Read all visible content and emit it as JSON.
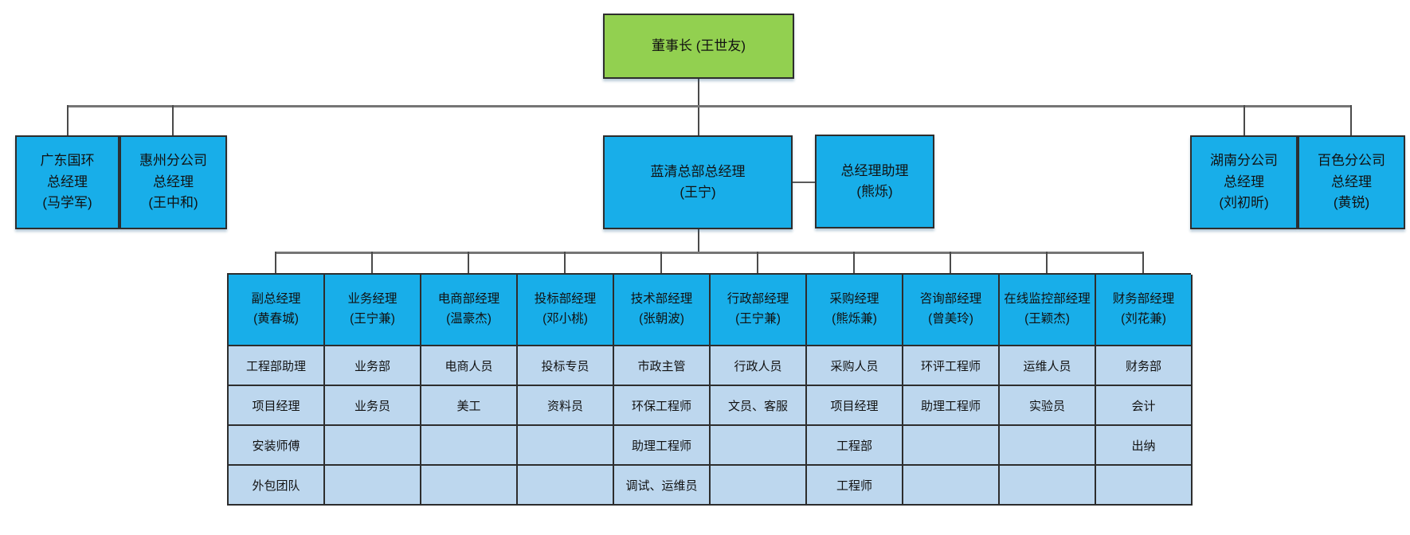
{
  "palette": {
    "root_fill": "#92d050",
    "node_fill": "#18aee9",
    "staff_cell_fill": "#bdd7ee",
    "box_border": "#2d2d2d",
    "connector_line": "#757575",
    "text": "#111111"
  },
  "org": {
    "root": {
      "text": "董事长 (王世友)"
    },
    "level2": [
      {
        "text": "广东国环\n总经理\n(马学军)"
      },
      {
        "text": "惠州分公司\n总经理\n(王中和)"
      },
      {
        "text": "蓝清总部总经理\n(王宁)"
      },
      {
        "text": "总经理助理\n(熊烁)"
      },
      {
        "text": "湖南分公司\n总经理\n(刘初昕)"
      },
      {
        "text": "百色分公司\n总经理\n(黄锐)"
      }
    ],
    "departments": [
      {
        "title": "副总经理",
        "name": "(黄春城)"
      },
      {
        "title": "业务经理",
        "name": "(王宁兼)"
      },
      {
        "title": "电商部经理",
        "name": "(温豪杰)"
      },
      {
        "title": "投标部经理",
        "name": "(邓小桃)"
      },
      {
        "title": "技术部经理",
        "name": "(张朝波)"
      },
      {
        "title": "行政部经理",
        "name": "(王宁兼)"
      },
      {
        "title": "采购经理",
        "name": "(熊烁兼)"
      },
      {
        "title": "咨询部经理",
        "name": "(曾美玲)"
      },
      {
        "title": "在线监控部经理",
        "name": "(王颖杰)"
      },
      {
        "title": "财务部经理",
        "name": "(刘花兼)"
      }
    ],
    "staff_rows": [
      [
        "工程部助理",
        "业务部",
        "电商人员",
        "投标专员",
        "市政主管",
        "行政人员",
        "采购人员",
        "环评工程师",
        "运维人员",
        "财务部"
      ],
      [
        "项目经理",
        "业务员",
        "美工",
        "资料员",
        "环保工程师",
        "文员、客服",
        "项目经理",
        "助理工程师",
        "实验员",
        "会计"
      ],
      [
        "安装师傅",
        "",
        "",
        "",
        "助理工程师",
        "",
        "工程部",
        "",
        "",
        "出纳"
      ],
      [
        "外包团队",
        "",
        "",
        "",
        "调试、运维员",
        "",
        "工程师",
        "",
        "",
        ""
      ]
    ]
  }
}
